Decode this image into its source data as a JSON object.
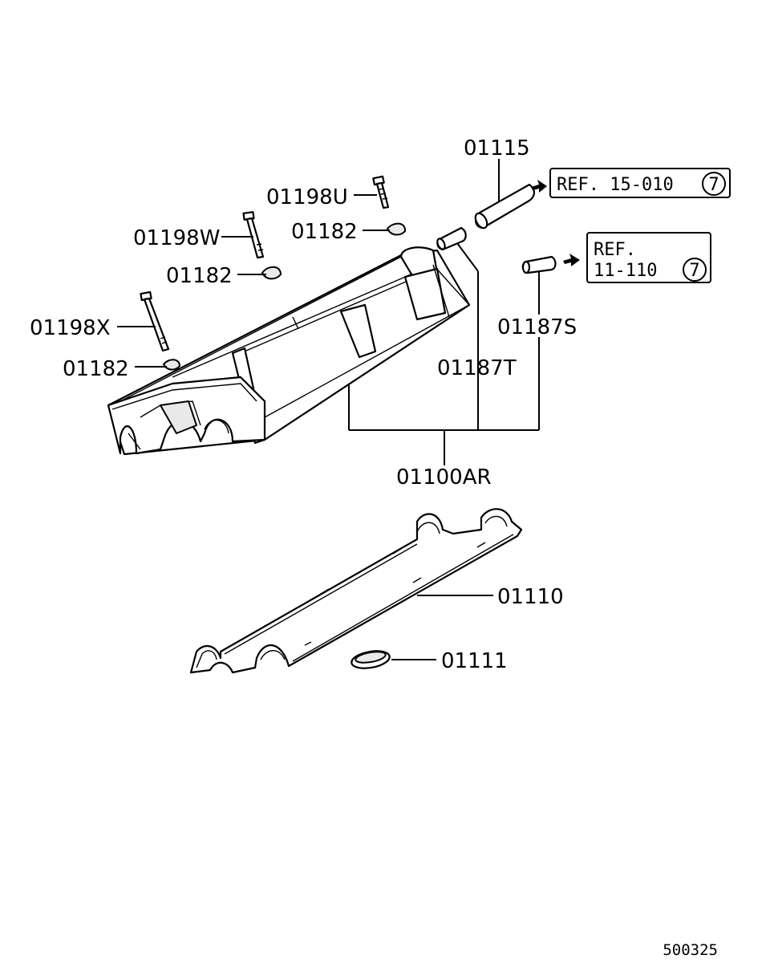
{
  "labels": {
    "p01115": "01115",
    "p01198u": "01198U",
    "p01182_top": "01182",
    "p01198w": "01198W",
    "p01182_mid": "01182",
    "p01198x": "01198X",
    "p01182_low": "01182",
    "p01187s": "01187S",
    "p01187t": "01187T",
    "p01100ar": "01100AR",
    "p01110": "01110",
    "p01111": "01111"
  },
  "refs": {
    "ref1_text": "REF. 15-010",
    "ref1_circle": "7",
    "ref2_line1": "REF.",
    "ref2_line2": "11-110",
    "ref2_circle": "7"
  },
  "diagram_code": "500325"
}
